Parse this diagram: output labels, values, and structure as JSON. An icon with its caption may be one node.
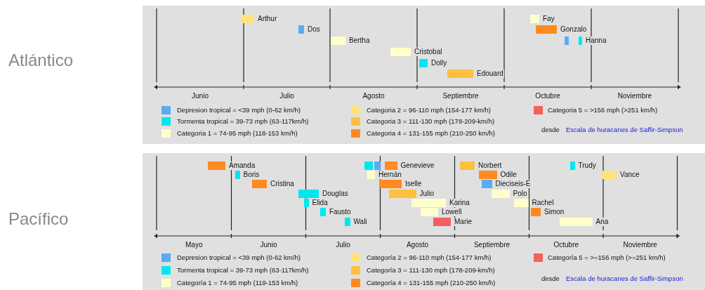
{
  "diagram": {
    "nodes": [
      {
        "text": [],
        "shape": "bar",
        "beside": [
          "Arthur"
        ]
      },
      {
        "text": [],
        "shape": "bar",
        "beside": [
          "Dos"
        ]
      },
      {
        "text": [],
        "shape": "bar",
        "beside": [
          "Bertha"
        ]
      },
      {
        "text": [],
        "shape": "bar",
        "beside": [
          "Cristobal"
        ]
      },
      {
        "text": [],
        "shape": "bar",
        "beside": [
          "Dolly"
        ]
      },
      {
        "text": [],
        "shape": "bar",
        "beside": [
          "Edouard"
        ]
      },
      {
        "text": [],
        "shape": "bar",
        "beside": [
          "Fay"
        ]
      },
      {
        "text": [],
        "shape": "bar",
        "beside": [
          "Gonzalo"
        ]
      },
      {
        "text": [],
        "shape": "bar"
      },
      {
        "text": [],
        "shape": "bar",
        "beside": [
          "Hanna"
        ]
      },
      {
        "text": [],
        "shape": "bar",
        "beside": [
          "Amanda"
        ]
      },
      {
        "text": [],
        "shape": "bar",
        "beside": [
          "Boris"
        ]
      },
      {
        "text": [],
        "shape": "bar",
        "beside": [
          "Cristina"
        ]
      },
      {
        "text": [],
        "shape": "bar",
        "beside": [
          "Douglas"
        ]
      },
      {
        "text": [],
        "shape": "bar",
        "beside": [
          "Elida"
        ]
      },
      {
        "text": [],
        "shape": "bar",
        "beside": [
          "Fausto"
        ]
      },
      {
        "text": [],
        "shape": "bar",
        "beside": [
          "Wali"
        ]
      },
      {
        "text": [],
        "shape": "bar"
      },
      {
        "text": [],
        "shape": "bar"
      },
      {
        "text": [],
        "shape": "bar",
        "beside": [
          "Genevieve"
        ]
      },
      {
        "text": [],
        "shape": "bar",
        "beside": [
          "Hernán"
        ]
      },
      {
        "text": [],
        "shape": "bar",
        "beside": [
          "Iselle"
        ]
      },
      {
        "text": [],
        "shape": "bar",
        "beside": [
          "Julio"
        ]
      },
      {
        "text": [],
        "shape": "bar",
        "beside": [
          "Karina"
        ]
      },
      {
        "text": [],
        "shape": "bar",
        "beside": [
          "Lowell"
        ]
      },
      {
        "text": [],
        "shape": "bar",
        "beside": [
          "Marie"
        ]
      },
      {
        "text": [],
        "shape": "bar",
        "beside": [
          "Norbert"
        ]
      },
      {
        "text": [],
        "shape": "bar",
        "beside": [
          "Odile"
        ]
      },
      {
        "text": [],
        "shape": "bar",
        "beside": [
          "Dieciseis-E"
        ]
      },
      {
        "text": [],
        "shape": "bar",
        "beside": [
          "Polo"
        ]
      },
      {
        "text": [],
        "shape": "bar",
        "beside": [
          "Rachel"
        ]
      },
      {
        "text": [],
        "shape": "bar",
        "beside": [
          "Simon"
        ]
      },
      {
        "text": [],
        "shape": "bar",
        "beside": [
          "Ana"
        ]
      },
      {
        "text": [],
        "shape": "bar",
        "beside": [
          "Trudy"
        ]
      },
      {
        "text": [],
        "shape": "bar",
        "beside": [
          "Vance"
        ]
      }
    ],
    "labels": [
      "Atlántico",
      "Junio",
      "Julio",
      "Agosto",
      "Septiembre",
      "Octubre",
      "Noviembre",
      "desde",
      "Escala de huracanes de Saffir-Simpson",
      "Pacífico",
      "Mayo",
      "Junio",
      "Julio",
      "Agosto",
      "Septiembre",
      "Octubre",
      "Noviembre",
      "desde",
      "Escala de huracanes de Saffir-Simpson"
    ],
    "legend": [
      {
        "text": "Depresion tropical = <39 mph (0-62 km/h)",
        "color": "#5aabf5"
      },
      {
        "text": "Tormenta tropical = 39-73 mph (63-117km/h)",
        "color": "#00e8ee"
      },
      {
        "text": "Categoria 1 = 74-95 mph (118-153 km/h)",
        "color": "#ffffcc"
      },
      {
        "text": "Categoria 2 = 96-110 mph (154-177 km/h)",
        "color": "#ffe27a"
      },
      {
        "text": "Categoria 3 = 111-130 mph (178-209-km/h)",
        "color": "#ffbf40"
      },
      {
        "text": "Categoria 4 = 131-155 mph (210-250 km/h)",
        "color": "#ff8a1f"
      },
      {
        "text": "Categoria 5 = >156 mph (>251 km/h)",
        "color": "#f26060"
      },
      {
        "text": "Depresion tropical = <39 mph (0-62 km/h)",
        "color": "#5aabf5"
      },
      {
        "text": "Tormenta tropical = 39-73 mph (63-117km/h)",
        "color": "#00e8ee"
      },
      {
        "text": "Categoría 1 = 74-95 mph (119-153 km/h)",
        "color": "#ffffcc"
      },
      {
        "text": "Categoría 2 = 96-110 mph (154-177 km/h)",
        "color": "#ffe27a"
      },
      {
        "text": "Categoría 3 = 111-130 mph (178-209-km/h)",
        "color": "#ffbf40"
      },
      {
        "text": "Categoría 4 = 131-155 mph (210-250 km/h)",
        "color": "#ff8a1f"
      },
      {
        "text": "Categoría 5 = >=156 mph (>=251 km/h)",
        "color": "#f26060"
      }
    ]
  }
}
